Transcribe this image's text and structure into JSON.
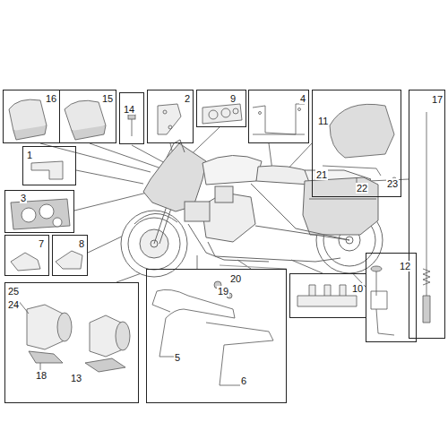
{
  "diagram": {
    "nodes": [
      {
        "text": [
          "16"
        ]
      },
      {
        "text": [
          "15"
        ]
      },
      {
        "text": [
          "14"
        ]
      },
      {
        "text": [
          "2"
        ]
      },
      {
        "text": [
          "9"
        ]
      },
      {
        "text": [
          "4"
        ]
      },
      {
        "text": [
          "11",
          "21",
          "23",
          "22"
        ]
      },
      {
        "text": [
          "17"
        ]
      },
      {
        "text": [
          "1"
        ]
      },
      {
        "text": [
          "3"
        ]
      },
      {
        "text": [
          "7"
        ]
      },
      {
        "text": [
          "8"
        ]
      },
      {
        "text": [
          "12"
        ]
      },
      {
        "text": [
          "10"
        ]
      },
      {
        "text": [
          "20",
          "19",
          "5",
          "6"
        ]
      },
      {
        "text": [
          "25",
          "24",
          "18",
          "13"
        ]
      }
    ]
  }
}
